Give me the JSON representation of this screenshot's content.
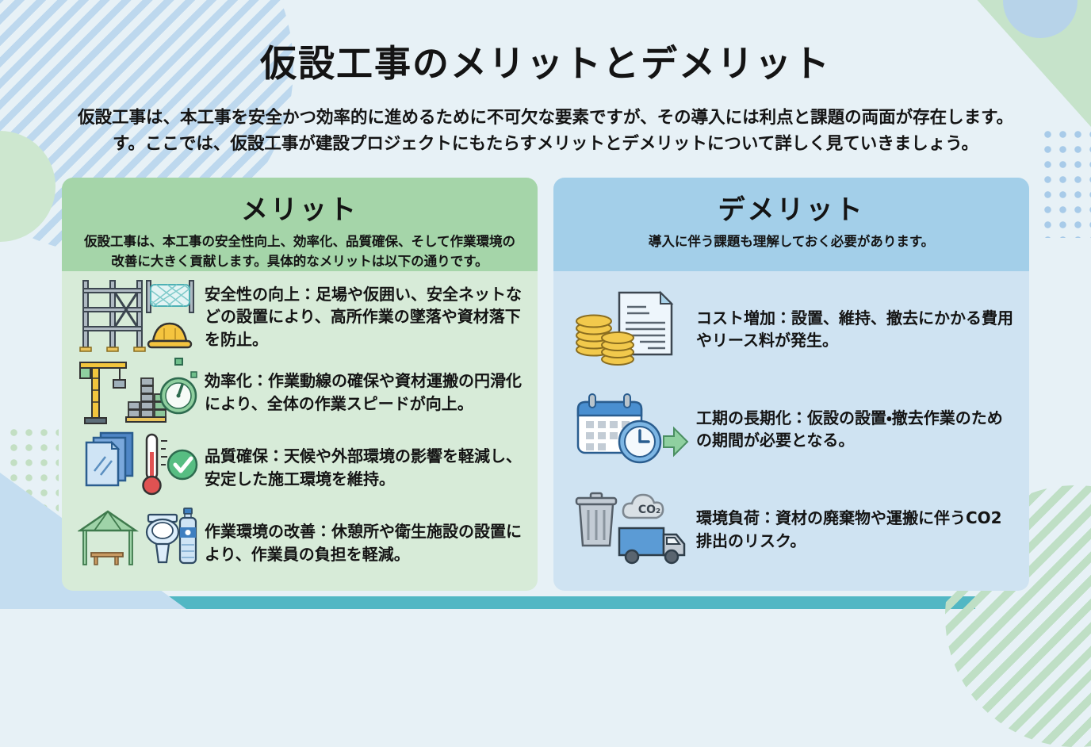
{
  "page": {
    "title": "仮設工事のメリットとデメリット",
    "intro_line1": "仮設工事は、本工事を安全かつ効率的に進めるために不可欠な要素ですが、その導入には利点と課題の両面が存在します。",
    "intro_line2": "す。ここでは、仮設工事が建設プロジェクトにもたらすメリットとデメリットについて詳しく見ていきましょう。"
  },
  "merits": {
    "title": "メリット",
    "subtitle": "仮設工事は、本工事の安全性向上、効率化、品質確保、そして作業環境の改善に大きく貢献します。具体的なメリットは以下の通りです。",
    "colors": {
      "header_bg": "#a5d5a9",
      "body_bg": "#d7ebd8"
    },
    "items": [
      {
        "icon": "scaffolding-net-helmet",
        "text": "安全性の向上：足場や仮囲い、安全ネットなどの設置により、高所作業の墜落や資材落下を防止。"
      },
      {
        "icon": "crane-materials-stopwatch",
        "text": "効率化：作業動線の確保や資材運搬の円滑化により、全体の作業スピードが向上。"
      },
      {
        "icon": "documents-thermometer-check",
        "text": "品質確保：天候や外部環境の影響を軽減し、安定した施工環境を維持。"
      },
      {
        "icon": "shelter-toilet-bottle",
        "text": "作業環境の改善：休憩所や衛生施設の設置により、作業員の負担を軽減。"
      }
    ]
  },
  "demerits": {
    "title": "デメリット",
    "subtitle": "導入に伴う課題も理解しておく必要があります。",
    "colors": {
      "header_bg": "#a3cfe9",
      "body_bg": "#cfe3f2"
    },
    "co2_label": "CO₂",
    "items": [
      {
        "icon": "coins-invoice",
        "text": "コスト増加：設置、維持、撤去にかかる費用やリース料が発生。"
      },
      {
        "icon": "calendar-clock-arrow",
        "text": "工期の長期化：仮設の設置・撤去作業のための期間が必要となる。"
      },
      {
        "icon": "trash-co2-truck",
        "text": "環境負荷：資材の廃棄物や運搬に伴うCO2排出のリスク。"
      }
    ]
  }
}
